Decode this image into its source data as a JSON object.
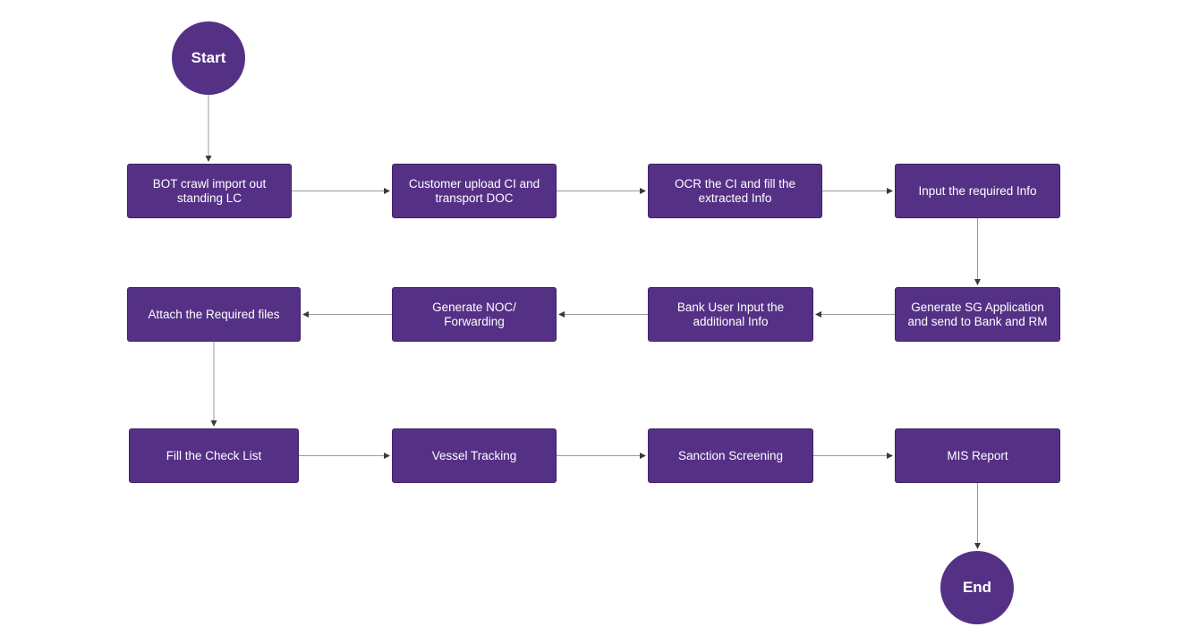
{
  "diagram": {
    "node_color": "#553186",
    "text_color": "#ffffff",
    "connector_color": "#9a9a9a",
    "arrowhead_color": "#3a3a3a",
    "start_label": "Start",
    "end_label": "End",
    "steps": [
      "BOT crawl import out standing LC",
      "Customer upload CI and transport DOC",
      "OCR the CI and fill the extracted Info",
      "Input the required Info",
      "Generate SG Application and send to Bank and RM",
      "Bank User Input the additional Info",
      "Generate NOC/ Forwarding",
      "Attach the Required files",
      "Fill the Check List",
      "Vessel Tracking",
      "Sanction Screening",
      "MIS Report"
    ],
    "flow": [
      [
        "start",
        "step-1"
      ],
      [
        "step-1",
        "step-2"
      ],
      [
        "step-2",
        "step-3"
      ],
      [
        "step-3",
        "step-4"
      ],
      [
        "step-4",
        "step-5"
      ],
      [
        "step-5",
        "step-6"
      ],
      [
        "step-6",
        "step-7"
      ],
      [
        "step-7",
        "step-8"
      ],
      [
        "step-8",
        "step-9"
      ],
      [
        "step-9",
        "step-10"
      ],
      [
        "step-10",
        "step-11"
      ],
      [
        "step-11",
        "step-12"
      ],
      [
        "step-12",
        "end"
      ]
    ]
  }
}
